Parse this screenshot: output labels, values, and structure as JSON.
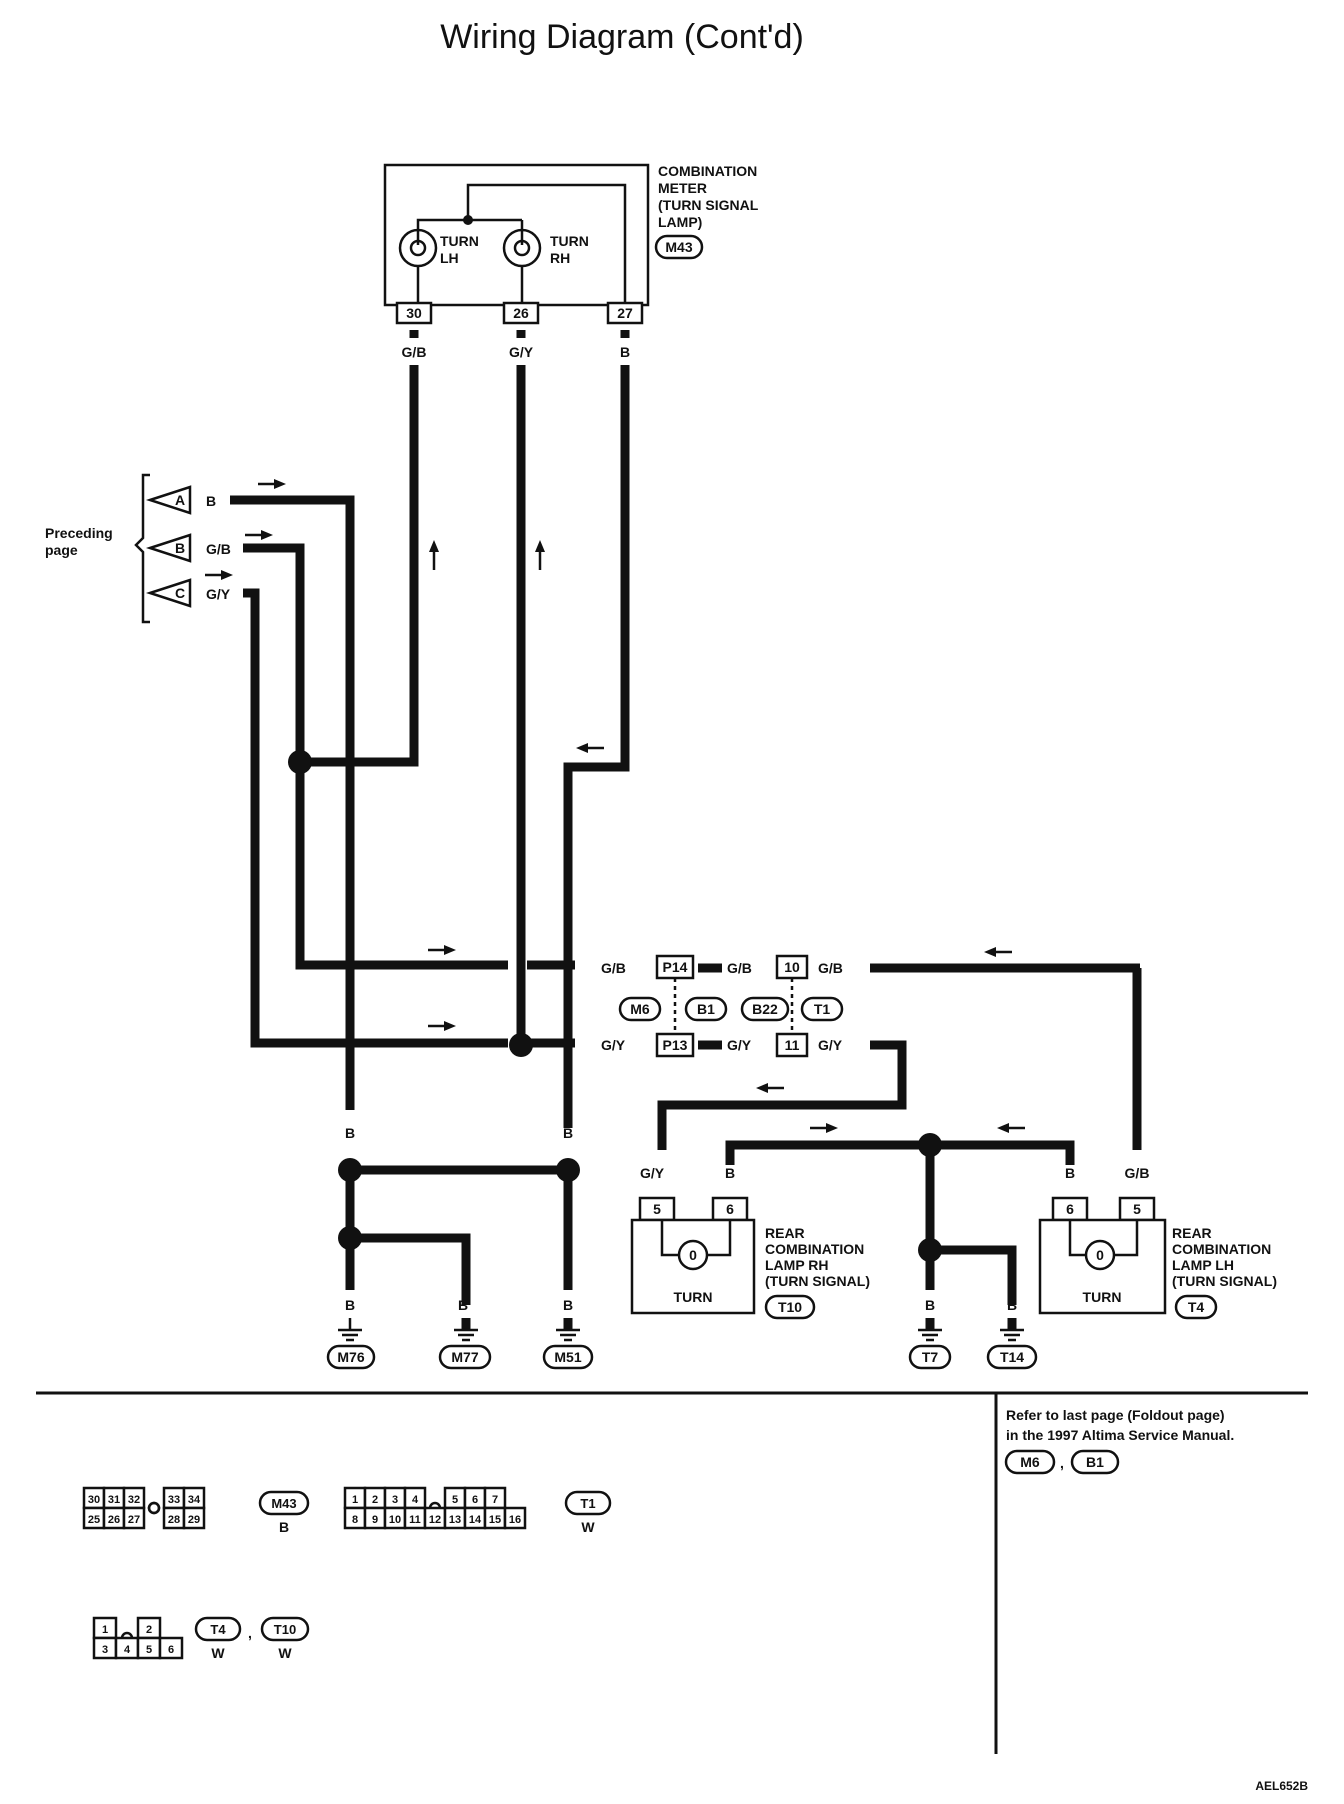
{
  "title": "Wiring Diagram (Cont'd)",
  "meter": {
    "name_lines": [
      "COMBINATION",
      "METER",
      "(TURN SIGNAL",
      "LAMP)"
    ],
    "connector": "M43",
    "lamp_lh": [
      "TURN",
      "LH"
    ],
    "lamp_rh": [
      "TURN",
      "RH"
    ],
    "pins": [
      "30",
      "26",
      "27"
    ],
    "wire_colors": [
      "G/B",
      "G/Y",
      "B"
    ]
  },
  "preceding": {
    "label_lines": [
      "Preceding",
      "page"
    ],
    "refs": [
      {
        "letter": "A",
        "color": "B"
      },
      {
        "letter": "B",
        "color": "G/B"
      },
      {
        "letter": "C",
        "color": "G/Y"
      }
    ]
  },
  "harness": {
    "row1": {
      "c1": "G/B",
      "pin1": "P14",
      "c2": "G/B",
      "pin2": "10",
      "c3": "G/B"
    },
    "row2": {
      "c1": "G/Y",
      "pin1": "P13",
      "c2": "G/Y",
      "pin2": "11",
      "c3": "G/Y"
    },
    "conn_refs": [
      "M6",
      "B1",
      "B22",
      "T1"
    ]
  },
  "rear_rh": {
    "name_lines": [
      "REAR",
      "COMBINATION",
      "LAMP RH",
      "(TURN SIGNAL)"
    ],
    "connector": "T10",
    "lamp": "TURN",
    "pins": [
      "5",
      "6"
    ],
    "wire_colors": [
      "G/Y",
      "B"
    ]
  },
  "rear_lh": {
    "name_lines": [
      "REAR",
      "COMBINATION",
      "LAMP LH",
      "(TURN SIGNAL)"
    ],
    "connector": "T4",
    "lamp": "TURN",
    "pins": [
      "6",
      "5"
    ],
    "wire_colors": [
      "B",
      "G/B"
    ]
  },
  "grounds": {
    "color": "B",
    "items": [
      "M76",
      "M77",
      "M51",
      "T7",
      "T14"
    ]
  },
  "footer_note": {
    "lines": [
      "Refer to last page (Foldout page)",
      "in the 1997 Altima Service Manual."
    ],
    "refs": [
      "M6",
      "B1"
    ]
  },
  "connectors": {
    "m43": {
      "top": [
        "30",
        "31",
        "32",
        "33",
        "34"
      ],
      "bottom": [
        "25",
        "26",
        "27",
        "28",
        "29"
      ],
      "id": "M43",
      "color": "B"
    },
    "t1": {
      "top": [
        "1",
        "2",
        "3",
        "4",
        "5",
        "6",
        "7"
      ],
      "bottom": [
        "8",
        "9",
        "10",
        "11",
        "12",
        "13",
        "14",
        "15",
        "16"
      ],
      "id": "T1",
      "color": "W"
    },
    "t4t10": {
      "top": [
        "1",
        "2"
      ],
      "bottom": [
        "3",
        "4",
        "5",
        "6"
      ],
      "ids": [
        "T4",
        "T10"
      ],
      "colors": [
        "W",
        "W"
      ]
    }
  },
  "code": "AEL652B"
}
